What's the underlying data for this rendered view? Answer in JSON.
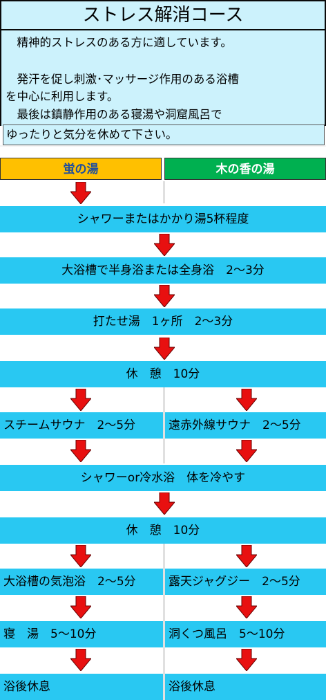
{
  "title": "ストレス解消コース",
  "intro": {
    "line1": "　精神的ストレスのある方に適しています。",
    "line2": "　発汗を促し刺激･マッサージ作用のある浴槽",
    "line3": "を中心に利用します。",
    "line4": "　最後は鎮静作用のある寝湯や洞窟風呂で",
    "line5": "ゆったりと気分を休めて下さい。"
  },
  "headers": {
    "left": "蛍の湯",
    "right": "木の香の湯"
  },
  "steps": {
    "s1": "シャワーまたはかかり湯5杯程度",
    "s2": "大浴槽で半身浴または全身浴　2～3分",
    "s3": "打たせ湯　1ヶ所　2～3分",
    "s4": "休　憩　10分",
    "s5_left": "スチームサウナ　2～5分",
    "s5_right": "遠赤外線サウナ　2～5分",
    "s6": "シャワーor冷水浴　体を冷やす",
    "s7": "休　憩　10分",
    "s8_left": "大浴槽の気泡浴　2～5分",
    "s8_right": "露天ジャグジー　2～5分",
    "s9_left": "寝　湯　5～10分",
    "s9_right": "洞くつ風呂　5～10分",
    "s10_left": "浴後休息",
    "s10_right": "浴後休息"
  },
  "colors": {
    "bar": "#29c8f2",
    "arrow": "#e81010",
    "header_left": "#ffc000",
    "header_right": "#00b050",
    "intro_bg": "#ccf2fc"
  }
}
